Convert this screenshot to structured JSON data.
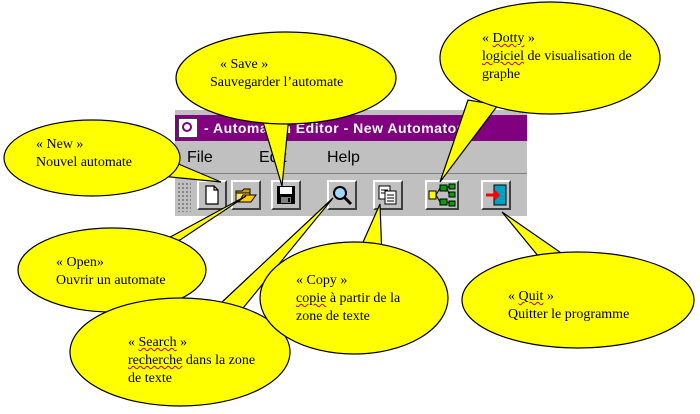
{
  "window": {
    "title": "- Automaton Editor - New Automaton",
    "menu": [
      "File",
      "Edit",
      "Help"
    ]
  },
  "toolbar": {
    "buttons": [
      "new-file-icon",
      "open-folder-icon",
      "save-disk-icon",
      "search-magnifier-icon",
      "copy-pages-icon",
      "dotty-graph-icon",
      "quit-exit-door-icon"
    ]
  },
  "callouts": {
    "new": {
      "tag": "« New »",
      "desc": "Nouvel automate"
    },
    "save": {
      "tag": "« Save »",
      "desc": "Sauvegarder l’automate"
    },
    "dotty": {
      "tag_open": "« ",
      "tag_word": "Dotty",
      "tag_close": " »",
      "desc_word": "logiciel",
      "desc_rest": " de visualisation de graphe"
    },
    "open": {
      "tag": "« Open»",
      "desc": "Ouvrir un automate"
    },
    "copy": {
      "tag": "« Copy »",
      "desc_word": "copie",
      "desc_rest": " à partir de la zone de texte"
    },
    "search": {
      "tag_open": "« ",
      "tag_word": "Search",
      "tag_close": " »",
      "desc_word": "recherche",
      "desc_rest": " dans la zone de texte"
    },
    "quit": {
      "tag_open": "« ",
      "tag_word": "Quit",
      "tag_close": " »",
      "desc": "Quitter le programme"
    }
  },
  "colors": {
    "callout_fill": "#ffff00",
    "titlebar": "#800080",
    "window_face": "#c0c0c0"
  }
}
